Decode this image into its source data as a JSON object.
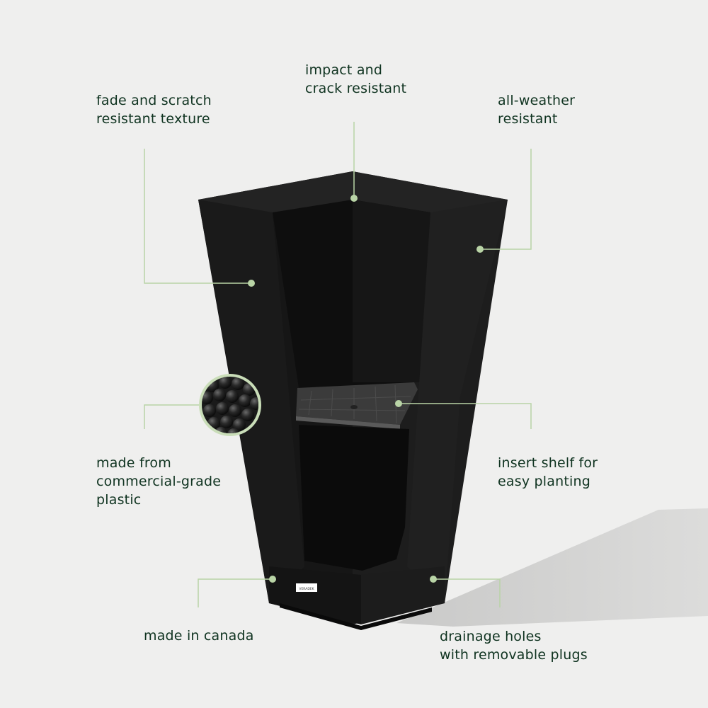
{
  "colors": {
    "background": "#efefee",
    "text": "#0f3320",
    "leader_line": "#b9d4a6",
    "planter": "#1b1b1b"
  },
  "features": {
    "impact": {
      "line1": "impact and",
      "line2": "crack resistant"
    },
    "fade": {
      "line1": "fade and scratch",
      "line2": "resistant texture"
    },
    "weather": {
      "line1": "all-weather",
      "line2": "resistant"
    },
    "material": {
      "line1": "made from",
      "line2": "commercial-grade",
      "line3": "plastic"
    },
    "shelf": {
      "line1": "insert shelf for",
      "line2": "easy planting"
    },
    "canada": {
      "line1": "made in canada"
    },
    "drainage": {
      "line1": "drainage holes",
      "line2": "with removable plugs"
    }
  },
  "brand_mark": "VERADEK"
}
